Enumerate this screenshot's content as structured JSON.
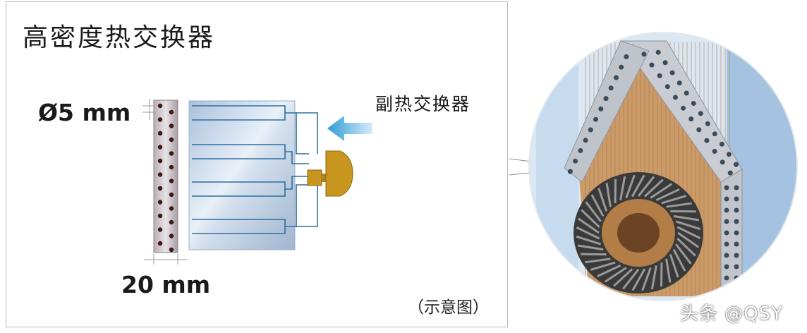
{
  "title": "高密度热交换器",
  "dimensions": {
    "tube_diameter": "Ø5 mm",
    "width": "20 mm"
  },
  "sub_heat_exchanger_label": "副热交换器",
  "note": "（示意图）",
  "watermark": "头条 @QSY",
  "colors": {
    "arrow": "#3aa3d8",
    "coupler": "#c8961e",
    "panel_fill": "#c9d8ea",
    "tube_line": "#2e6f9e",
    "fin_copper": "#c7843f"
  }
}
